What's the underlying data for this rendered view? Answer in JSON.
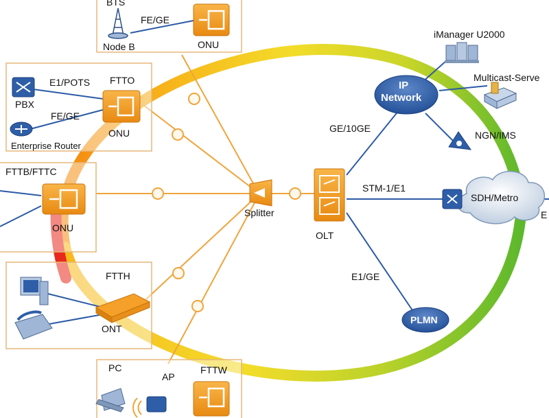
{
  "colors": {
    "ring_yellow": "#f3d62a",
    "ring_orange": "#f59a16",
    "ring_red": "#e8281c",
    "ring_green": "#5cb82c",
    "fiber": "#f0a43a",
    "link_blue": "#2b5aa6",
    "onu_orange": "#f5a028",
    "box_border": "#e6b77a"
  },
  "sites": {
    "bts": {
      "title": "BTS",
      "link": "FE/GE",
      "node": "Node B",
      "device": "ONU"
    },
    "ftto": {
      "title": "FTTO",
      "link1": "E1/POTS",
      "link2": "FE/GE",
      "pbx": "PBX",
      "router": "Enterprise Router",
      "device": "ONU"
    },
    "fttb": {
      "title": "FTTB/FTTC",
      "device": "ONU"
    },
    "ftth": {
      "title": "FTTH",
      "device": "ONT"
    },
    "fttw": {
      "title": "FTTW",
      "pc": "PC",
      "ap": "AP"
    }
  },
  "core": {
    "splitter": "Splitter",
    "olt": "OLT",
    "ip_network": [
      "IP",
      "Network"
    ],
    "imanager": "iManager U2000",
    "multicast": "Multicast-Serve",
    "ngn": "NGN/IMS",
    "sdh": "SDH/Metro",
    "plmn": "PLMN",
    "edge_letter": "E"
  },
  "links": {
    "ge10": "GE/10GE",
    "stm": "STM-1/E1",
    "e1ge": "E1/GE"
  }
}
